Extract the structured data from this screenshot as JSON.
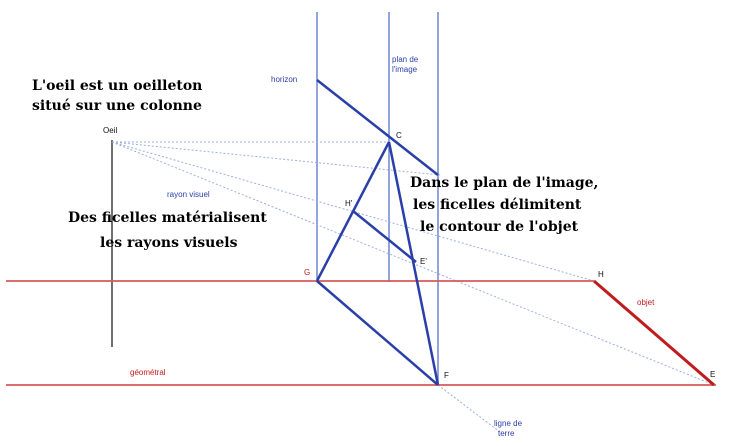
{
  "callouts": {
    "eye_line1": "L'oeil est un oeilleton",
    "eye_line2": "situé sur une colonne",
    "strings_line1": "Des ficelles matérialisent",
    "strings_line2": "les rayons visuels",
    "image_plane_line1": "Dans le plan de l'image,",
    "image_plane_line2": "les ficelles délimitent",
    "image_plane_line3": "le contour de l'objet"
  },
  "labels": {
    "horizon": "horizon",
    "plan_image_1": "plan de",
    "plan_image_2": "l'image",
    "oeil": "Oeil",
    "rayon_visuel": "rayon visuel",
    "point_c": "C",
    "point_h_prime": "H'",
    "point_e_prime": "E'",
    "point_g": "G",
    "point_f": "F",
    "point_h": "H",
    "point_e": "E",
    "objet": "objet",
    "geometral": "géométral",
    "ligne_de_terre_1": "ligne de",
    "ligne_de_terre_2": "terre"
  },
  "colors": {
    "blue_line": "#2a3fa8",
    "light_blue": "#8ea3d8",
    "red_line": "#d04545",
    "dark_red": "#c01c1c",
    "black": "#000000"
  }
}
